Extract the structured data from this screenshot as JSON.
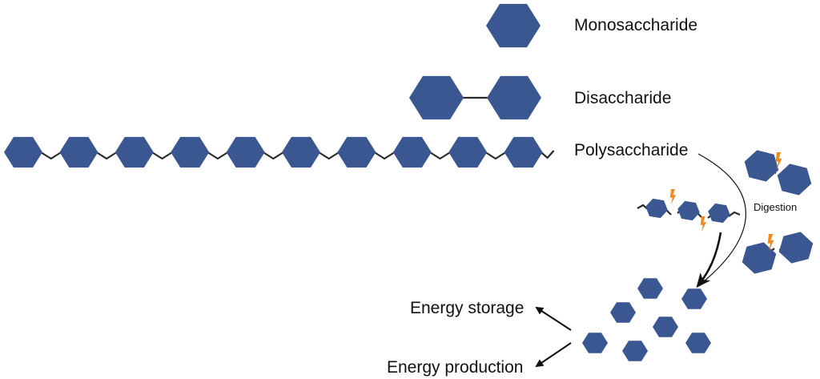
{
  "colors": {
    "hexagon": "#3b5791",
    "bond": "#2b2b2b",
    "bolt": "#f08a1c",
    "text": "#111111"
  },
  "labels": {
    "monosaccharide": "Monosaccharide",
    "disaccharide": "Disaccharide",
    "polysaccharide": "Polysaccharide",
    "digestion": "Digestion",
    "energy_storage": "Energy storage",
    "energy_production": "Energy production"
  },
  "structures": {
    "monosaccharide_units": 1,
    "disaccharide_units": 2,
    "polysaccharide_units": 10,
    "digestion_fragments": [
      {
        "name": "trisaccharide-fragment",
        "units": 3,
        "bolts": 2
      },
      {
        "name": "disaccharide-fragment-top",
        "units": 2,
        "bolts": 1
      },
      {
        "name": "disaccharide-fragment-bottom",
        "units": 2,
        "bolts": 1
      }
    ],
    "free_monosaccharides": 7
  },
  "icons": {
    "hexagon": "hexagon-sugar-icon",
    "bolt": "lightning-bolt-icon",
    "arrow": "arrow-icon"
  }
}
